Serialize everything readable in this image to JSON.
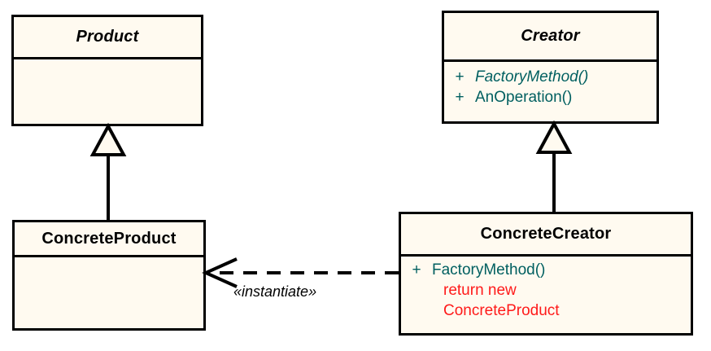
{
  "diagram": {
    "kind": "uml-class-diagram",
    "pattern_name": "Factory Method",
    "background_color": "#ffffff",
    "box_fill_color": "#fffaf0",
    "box_border_color": "#000000",
    "method_color": "#005f60",
    "code_note_color": "#ff1a1a",
    "title_color": "#000000"
  },
  "classes": {
    "product": {
      "name": "Product",
      "abstract": true,
      "members": []
    },
    "creator": {
      "name": "Creator",
      "abstract": true,
      "members": [
        {
          "visibility": "+",
          "name": "FactoryMethod()",
          "abstract": true,
          "color": "#005f60"
        },
        {
          "visibility": "+",
          "name": "AnOperation()",
          "abstract": false,
          "color": "#005f60"
        }
      ]
    },
    "concrete_product": {
      "name": "ConcreteProduct",
      "abstract": false,
      "members": []
    },
    "concrete_creator": {
      "name": "ConcreteCreator",
      "abstract": false,
      "members": [
        {
          "visibility": "+",
          "name": "FactoryMethod()",
          "abstract": false,
          "color": "#005f60"
        },
        {
          "visibility": "",
          "name": "return new",
          "abstract": false,
          "color": "#ff1a1a"
        },
        {
          "visibility": "",
          "name": "ConcreteProduct",
          "abstract": false,
          "color": "#ff1a1a"
        }
      ]
    }
  },
  "relationships": [
    {
      "id": "generalization-product",
      "type": "generalization",
      "from": "ConcreteProduct",
      "to": "Product",
      "arrow": "hollow-triangle",
      "line": "solid"
    },
    {
      "id": "generalization-creator",
      "type": "generalization",
      "from": "ConcreteCreator",
      "to": "Creator",
      "arrow": "hollow-triangle",
      "line": "solid"
    },
    {
      "id": "dependency-instantiate",
      "type": "dependency",
      "from": "ConcreteCreator",
      "to": "ConcreteProduct",
      "arrow": "open-arrow",
      "line": "dashed",
      "label": "«instantiate»"
    }
  ]
}
